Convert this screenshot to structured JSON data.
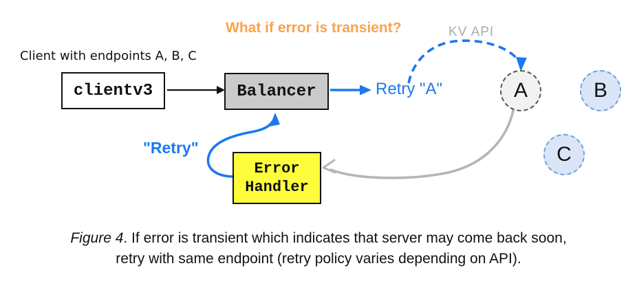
{
  "heading": {
    "question": "What if error is transient?",
    "kv_api": "KV API"
  },
  "client_note": "Client with endpoints A, B, C",
  "nodes": {
    "clientv3": "clientv3",
    "balancer": "Balancer",
    "error_handler": "Error\nHandler"
  },
  "flow_labels": {
    "retry_a": "Retry \"A\"",
    "retry": "\"Retry\""
  },
  "endpoints": {
    "a": "A",
    "b": "B",
    "c": "C"
  },
  "caption": {
    "figure_label": "Figure 4",
    "line1_rest": ". If error is transient which indicates that server may come back soon,",
    "line2": "retry with same endpoint (retry policy varies depending on API)."
  },
  "colors": {
    "accent_blue": "#1c78f0",
    "accent_orange": "#f8a34e",
    "muted_gray_text": "#ababab",
    "gray_connector": "#b5b5b5",
    "balancer_fill": "#cbcbcb",
    "error_handler_fill": "#fdfd3d",
    "endpoint_a_fill": "#f2f2f2",
    "endpoint_bc_fill": "#dae6f8",
    "endpoint_a_border": "#555555",
    "endpoint_bc_border": "#6fa0dc"
  }
}
